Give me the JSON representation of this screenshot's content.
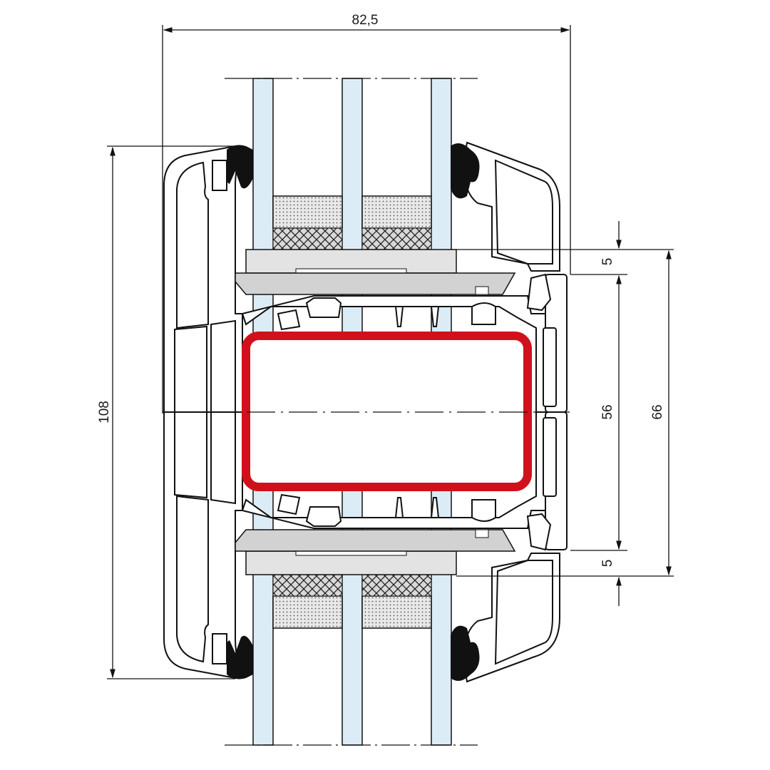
{
  "drawing": {
    "dimensions": {
      "overall_width": "82,5",
      "overall_height": "108",
      "top_offset": "5",
      "core_height": "56",
      "outer_height": "66",
      "bottom_offset": "5"
    },
    "colors": {
      "reinforcement": "#d0111b",
      "glass": "#dcecf7",
      "gasket": "#111111",
      "bead": "#e3e3e3",
      "base": "#d2d2d2"
    }
  }
}
